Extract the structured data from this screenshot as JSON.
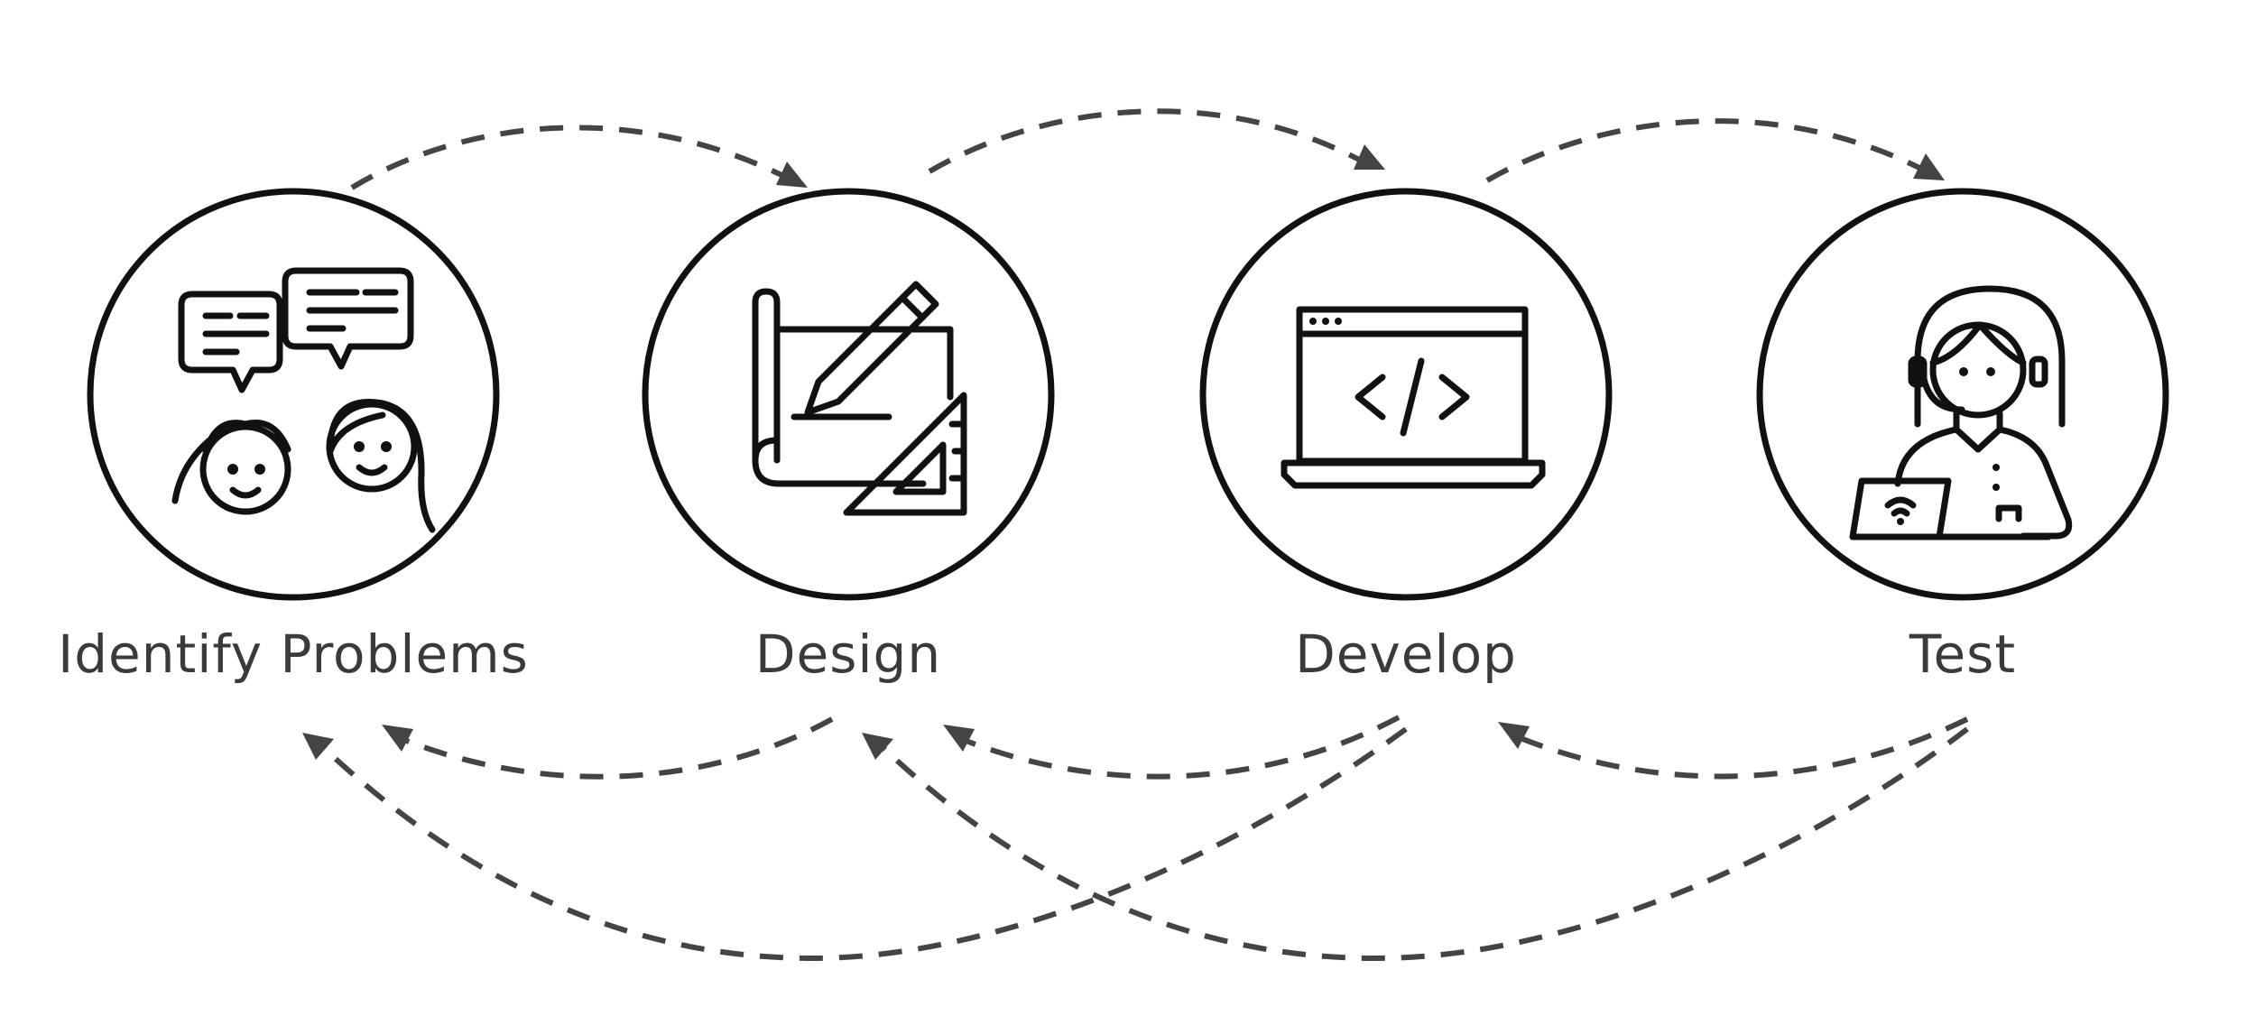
{
  "colors": {
    "outline": "#111111",
    "arrow": "#444444",
    "label": "#3a3a3a",
    "background": "#ffffff"
  },
  "stages": [
    {
      "id": "identify",
      "label": "Identify Problems",
      "icon": "discussion-icon"
    },
    {
      "id": "design",
      "label": "Design",
      "icon": "blueprint-icon"
    },
    {
      "id": "develop",
      "label": "Develop",
      "icon": "laptop-code-icon"
    },
    {
      "id": "test",
      "label": "Test",
      "icon": "support-agent-icon"
    }
  ],
  "flows": {
    "forward": [
      {
        "from": "identify",
        "to": "design"
      },
      {
        "from": "design",
        "to": "develop"
      },
      {
        "from": "develop",
        "to": "test"
      }
    ],
    "feedback": [
      {
        "from": "design",
        "to": "identify"
      },
      {
        "from": "develop",
        "to": "design"
      },
      {
        "from": "test",
        "to": "develop"
      },
      {
        "from": "develop",
        "to": "identify"
      },
      {
        "from": "test",
        "to": "design"
      }
    ]
  }
}
